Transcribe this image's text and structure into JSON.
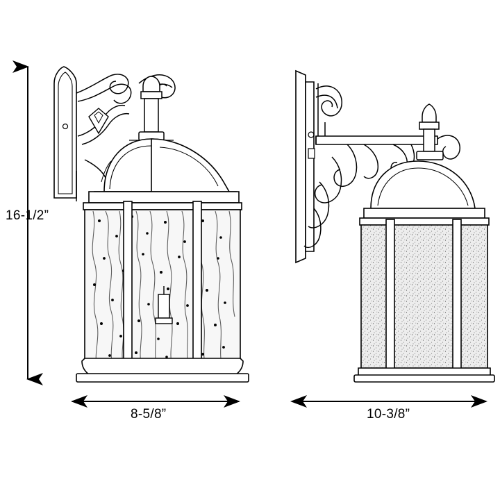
{
  "diagram": {
    "type": "technical-dimension-drawing",
    "subject": "outdoor wall lantern",
    "views": [
      {
        "name": "front-view",
        "label": ""
      },
      {
        "name": "side-view",
        "label": ""
      }
    ],
    "dimensions": {
      "height": "16-1/2”",
      "front_width": "8-5/8”",
      "side_depth": "10-3/8”"
    },
    "colors": {
      "line": "#000000",
      "background": "#ffffff",
      "glass_fill": "#f4f4f4",
      "seeded_glass_fill": "#ededed"
    }
  }
}
